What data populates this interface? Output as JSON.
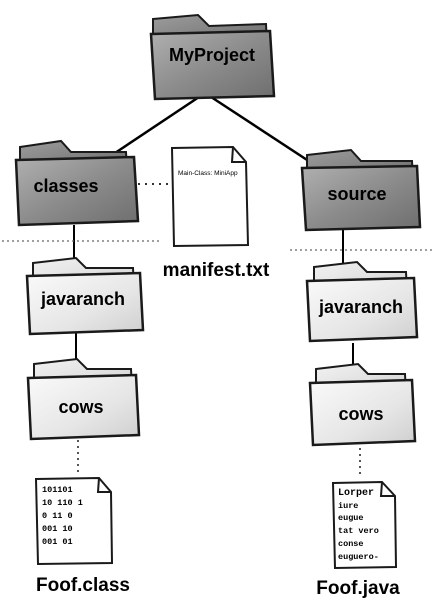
{
  "folders": {
    "root": "MyProject",
    "classes": "classes",
    "source": "source",
    "left_pkg": "javaranch",
    "left_sub": "cows",
    "right_pkg": "javaranch",
    "right_sub": "cows"
  },
  "files": {
    "manifest": {
      "name": "manifest.txt",
      "content": "Main-Class: MiniApp"
    },
    "class_file": {
      "name": "Foof.class",
      "lines": [
        "101101",
        "10 110 1",
        "0 11 0",
        "001 10",
        "001 01"
      ]
    },
    "java_file": {
      "name": "Foof.java",
      "lines": [
        "Lorper",
        "iure",
        "eugue",
        "tat vero",
        "conse",
        "euguero-"
      ]
    }
  },
  "colors": {
    "dark_folder": "#8a8a8a",
    "light_folder": "#e6e6e6",
    "stroke": "#1a1a1a"
  }
}
